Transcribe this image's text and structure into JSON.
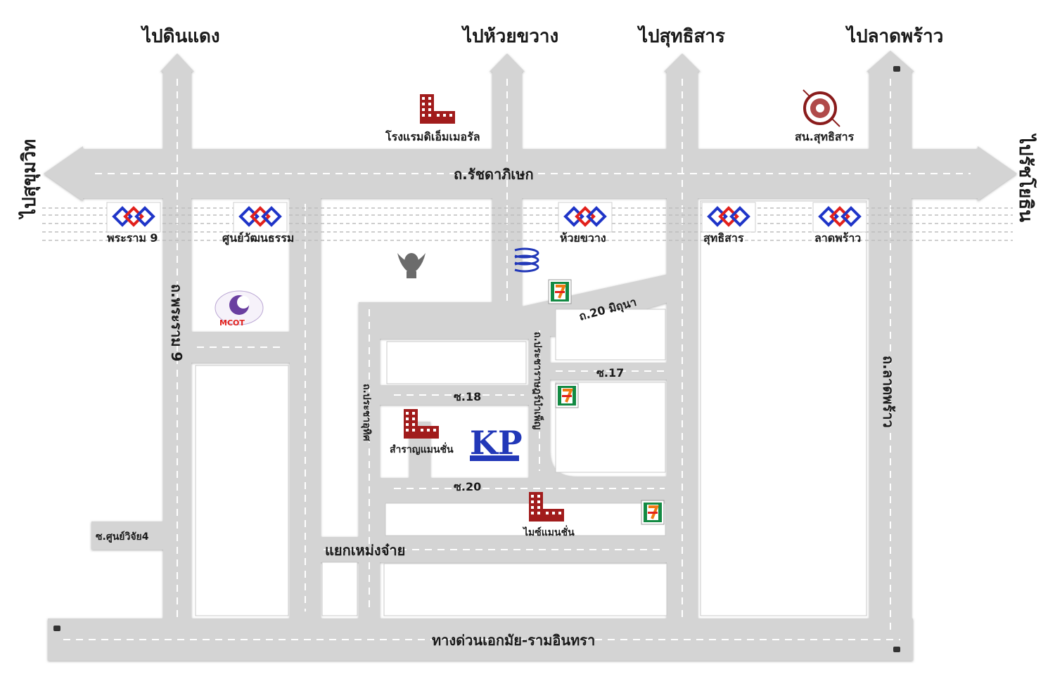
{
  "directions": {
    "din_daeng": "ไปดินแดง",
    "huai_khwang": "ไปห้วยขวาง",
    "sutthisan": "ไปสุทธิสาร",
    "lat_phrao": "ไปลาดพร้าว",
    "sukhumvit": "ไปสุขุมวิท",
    "rotchayothin": "ไปรัชโยธิน"
  },
  "roads": {
    "ratchadaphisek": "ถ.รัชดาภิเษก",
    "rama9": "ถ.พระราม 9",
    "lat_phrao_rd": "ถ.ลาดพร้าว",
    "pracha_uthit": "ถ.ประชาอุทิศ",
    "pracha_rat_bamphen": "ถ.ประชาราษฎร์บำเพ็ญ",
    "soi20_mithuna": "ถ.20 มิถุนา",
    "soi17": "ซ.17",
    "soi18": "ซ.18",
    "soi20": "ซ.20",
    "soi_soonwijai4": "ซ.ศูนย์วิจัย4",
    "intersection": "แยกเหม่งจ๋าย",
    "expressway": "ทางด่วนเอกมัย-รามอินทรา"
  },
  "stations": [
    "พระราม 9",
    "ศูนย์วัฒนธรรม",
    "ห้วยขวาง",
    "สุทธิสาร",
    "ลาดพร้าว"
  ],
  "landmarks": {
    "hotel_the_emerald": "โรงแรมดิเอ็มเมอรัล",
    "police_sutthisan": "สน.สุทธิสาร",
    "samran_mansion": "สำราญแมนชั่น",
    "mai_mansion": "ไมซ์แมนชั่น",
    "mcot": "MCOT",
    "kp_logo": "KP"
  },
  "colors": {
    "road": "#d4d4d4",
    "building": "#a11c1c",
    "mrt_red": "#e2211c",
    "mrt_blue": "#1f35c8",
    "kp_blue": "#2238b8",
    "seven_green": "#138a43",
    "seven_orange": "#f07a12",
    "mcot_purple": "#6a3fa0"
  },
  "icons": [
    "building-icon",
    "mrt-icon",
    "seven-eleven-icon",
    "police-seal-icon",
    "garuda-icon",
    "mcot-icon",
    "kp-logo-icon",
    "fountain-icon",
    "expressway-marker-icon"
  ]
}
